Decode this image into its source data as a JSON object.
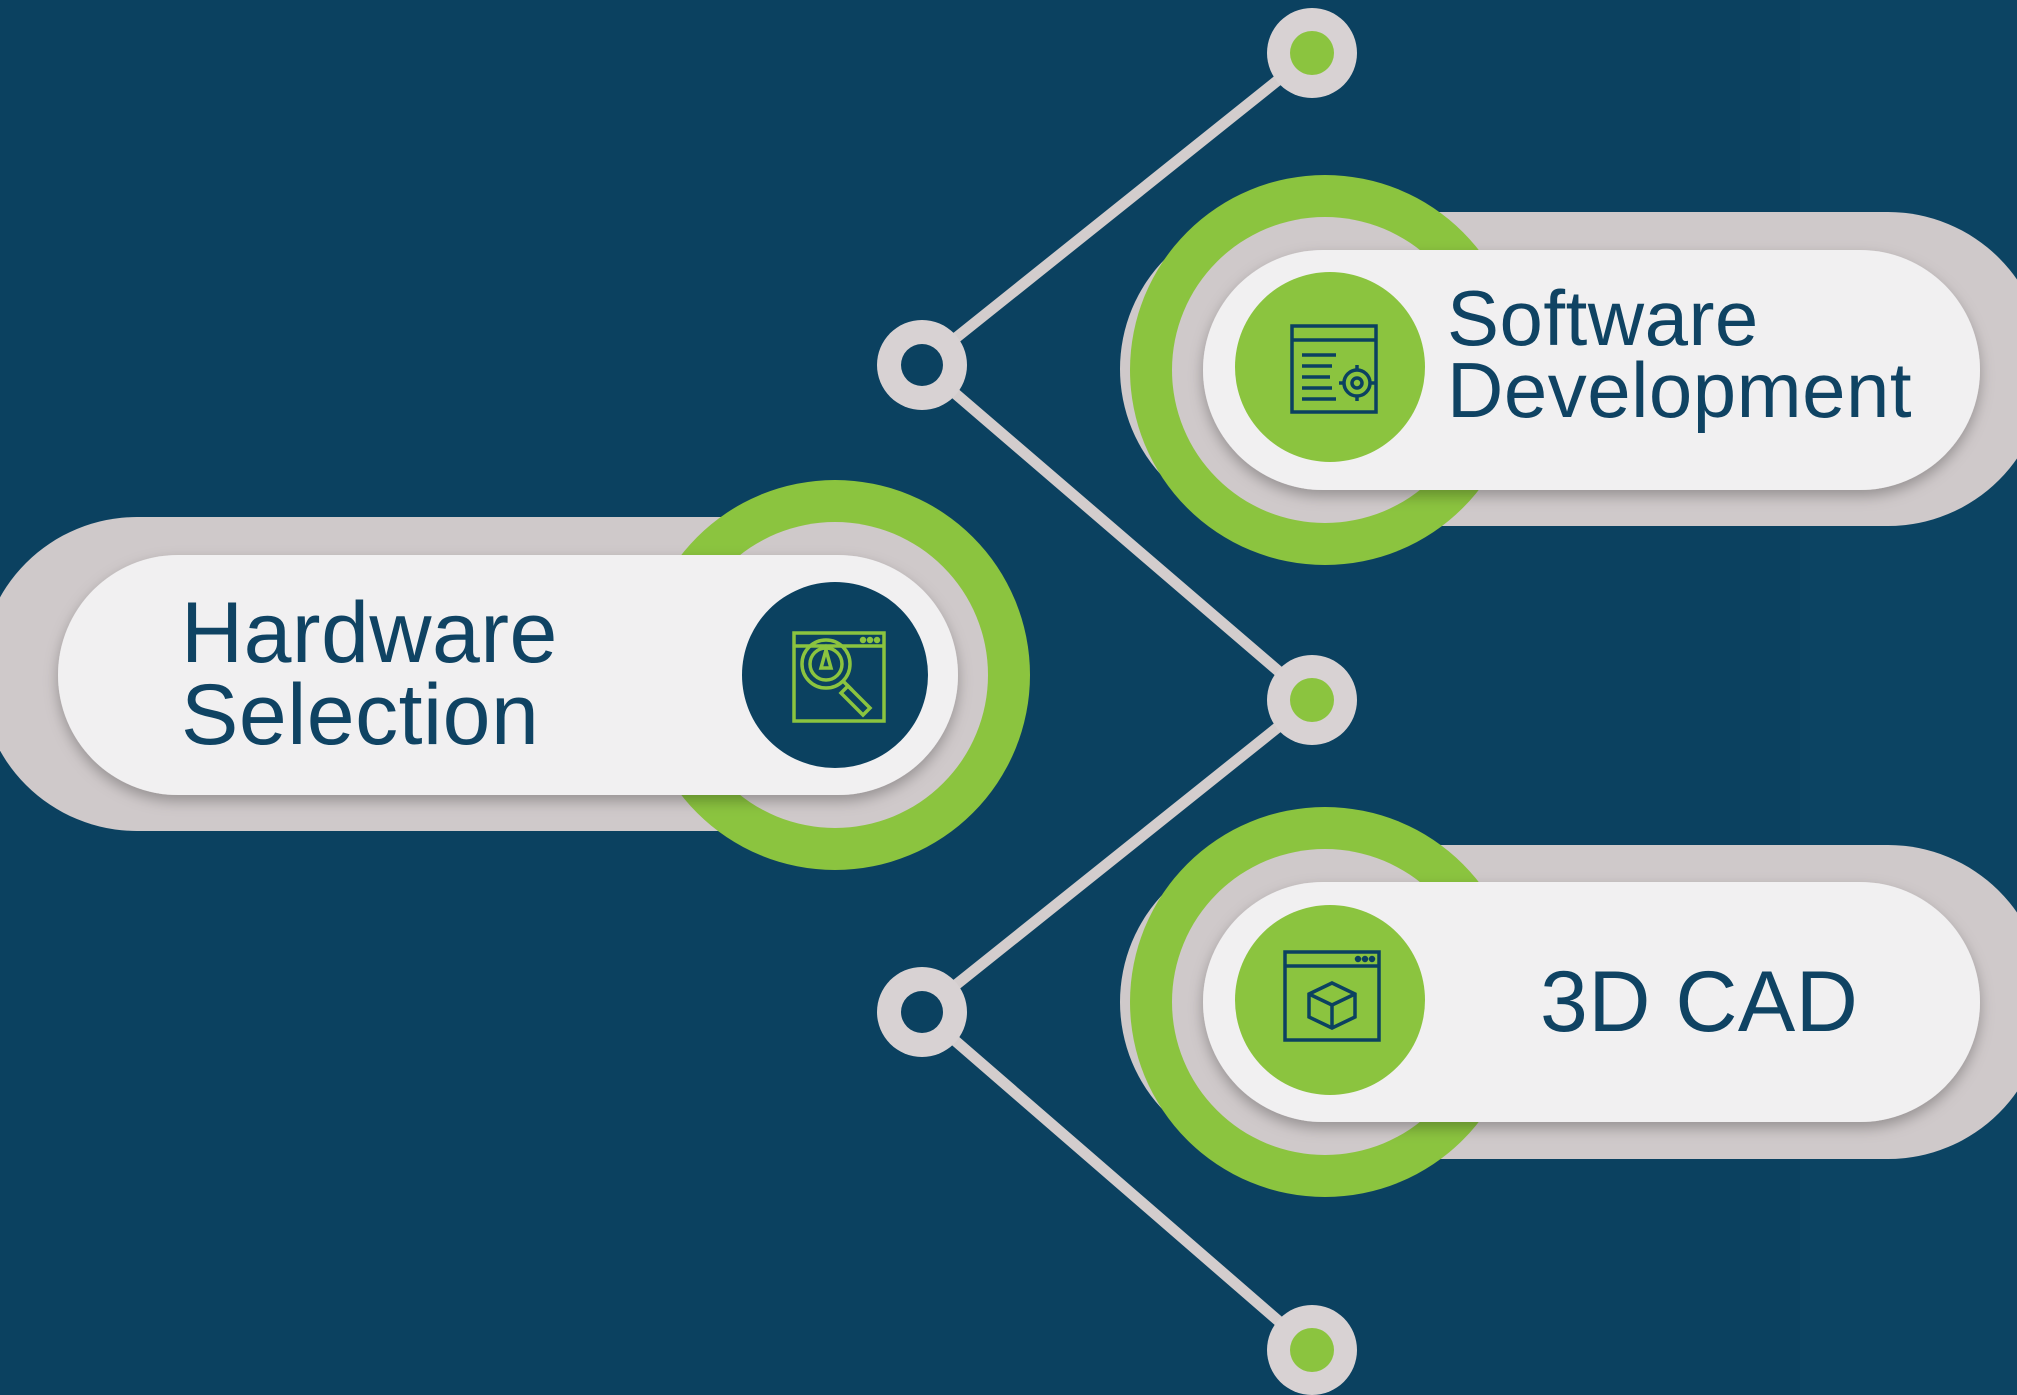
{
  "colors": {
    "background": "#0b4160",
    "accent_green": "#8bc43f",
    "navy": "#0b4160",
    "pill_white": "#f1f0f1",
    "pill_shadow": "#cfc9ca",
    "connector": "#d3cdcd"
  },
  "nodes": {
    "software": {
      "line1": "Software",
      "line2": "Development",
      "icon": "document-gear-icon"
    },
    "hardware": {
      "line1": "Hardware",
      "line2": "Selection",
      "icon": "gauge-magnifier-icon"
    },
    "cad": {
      "label": "3D CAD",
      "icon": "browser-cube-icon"
    }
  }
}
